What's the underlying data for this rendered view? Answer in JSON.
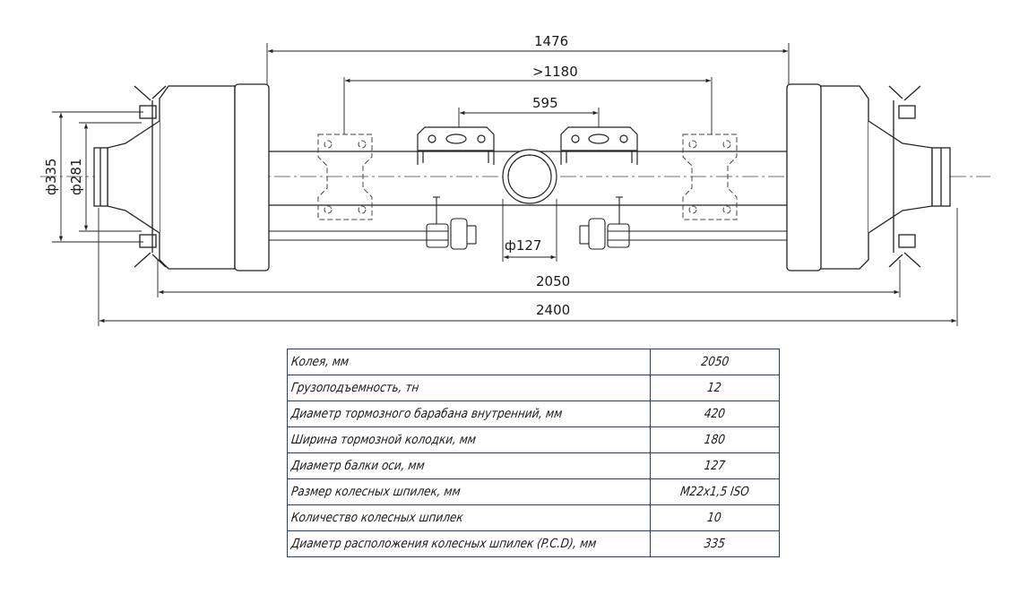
{
  "drawing": {
    "dimensions": {
      "overall_drum": "1476",
      "spring_min": ">1180",
      "spring_pad": "595",
      "axle_diameter": "ф127",
      "track": "2050",
      "overall": "2400",
      "hub_outer": "ф335",
      "hub_inner": "ф281"
    }
  },
  "specs": {
    "rows": [
      {
        "label": "Колея, мм",
        "value": "2050"
      },
      {
        "label": "Грузоподъемность, тн",
        "value": "12"
      },
      {
        "label": "Диаметр тормозного барабана внутренний, мм",
        "value": "420"
      },
      {
        "label": "Ширина тормозной колодки, мм",
        "value": "180"
      },
      {
        "label": "Диаметр балки оси, мм",
        "value": "127"
      },
      {
        "label": "Размер колесных шпилек, мм",
        "value": "M22x1,5 ISO"
      },
      {
        "label": "Количество колесных шпилек",
        "value": "10"
      },
      {
        "label": "Диаметр расположения колесных шпилек (P.C.D), мм",
        "value": "335"
      }
    ]
  }
}
